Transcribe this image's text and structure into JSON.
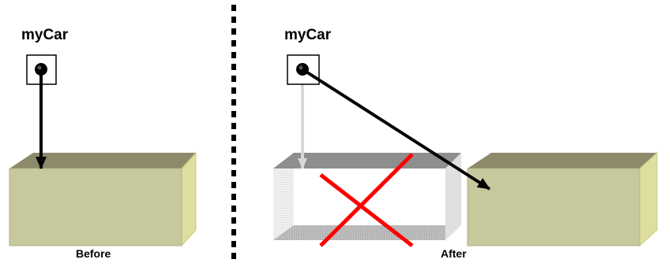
{
  "before": {
    "variable_label": "myCar",
    "caption": "Before"
  },
  "after": {
    "variable_label": "myCar",
    "caption": "After"
  },
  "colors": {
    "box_front": "#c7c89c",
    "box_top": "#8c8a6a",
    "box_side": "#dede9f",
    "old_box_top": "#8e8e8e",
    "old_box_side": "#e0e0e0",
    "old_box_bottom": "#aaaaaa",
    "cross": "#ff0000",
    "faded_arrow": "#d8d8d8",
    "divider": "#000000"
  },
  "icons": {
    "reference_dot": "black-dot-in-square",
    "removed_marker": "red-x"
  }
}
